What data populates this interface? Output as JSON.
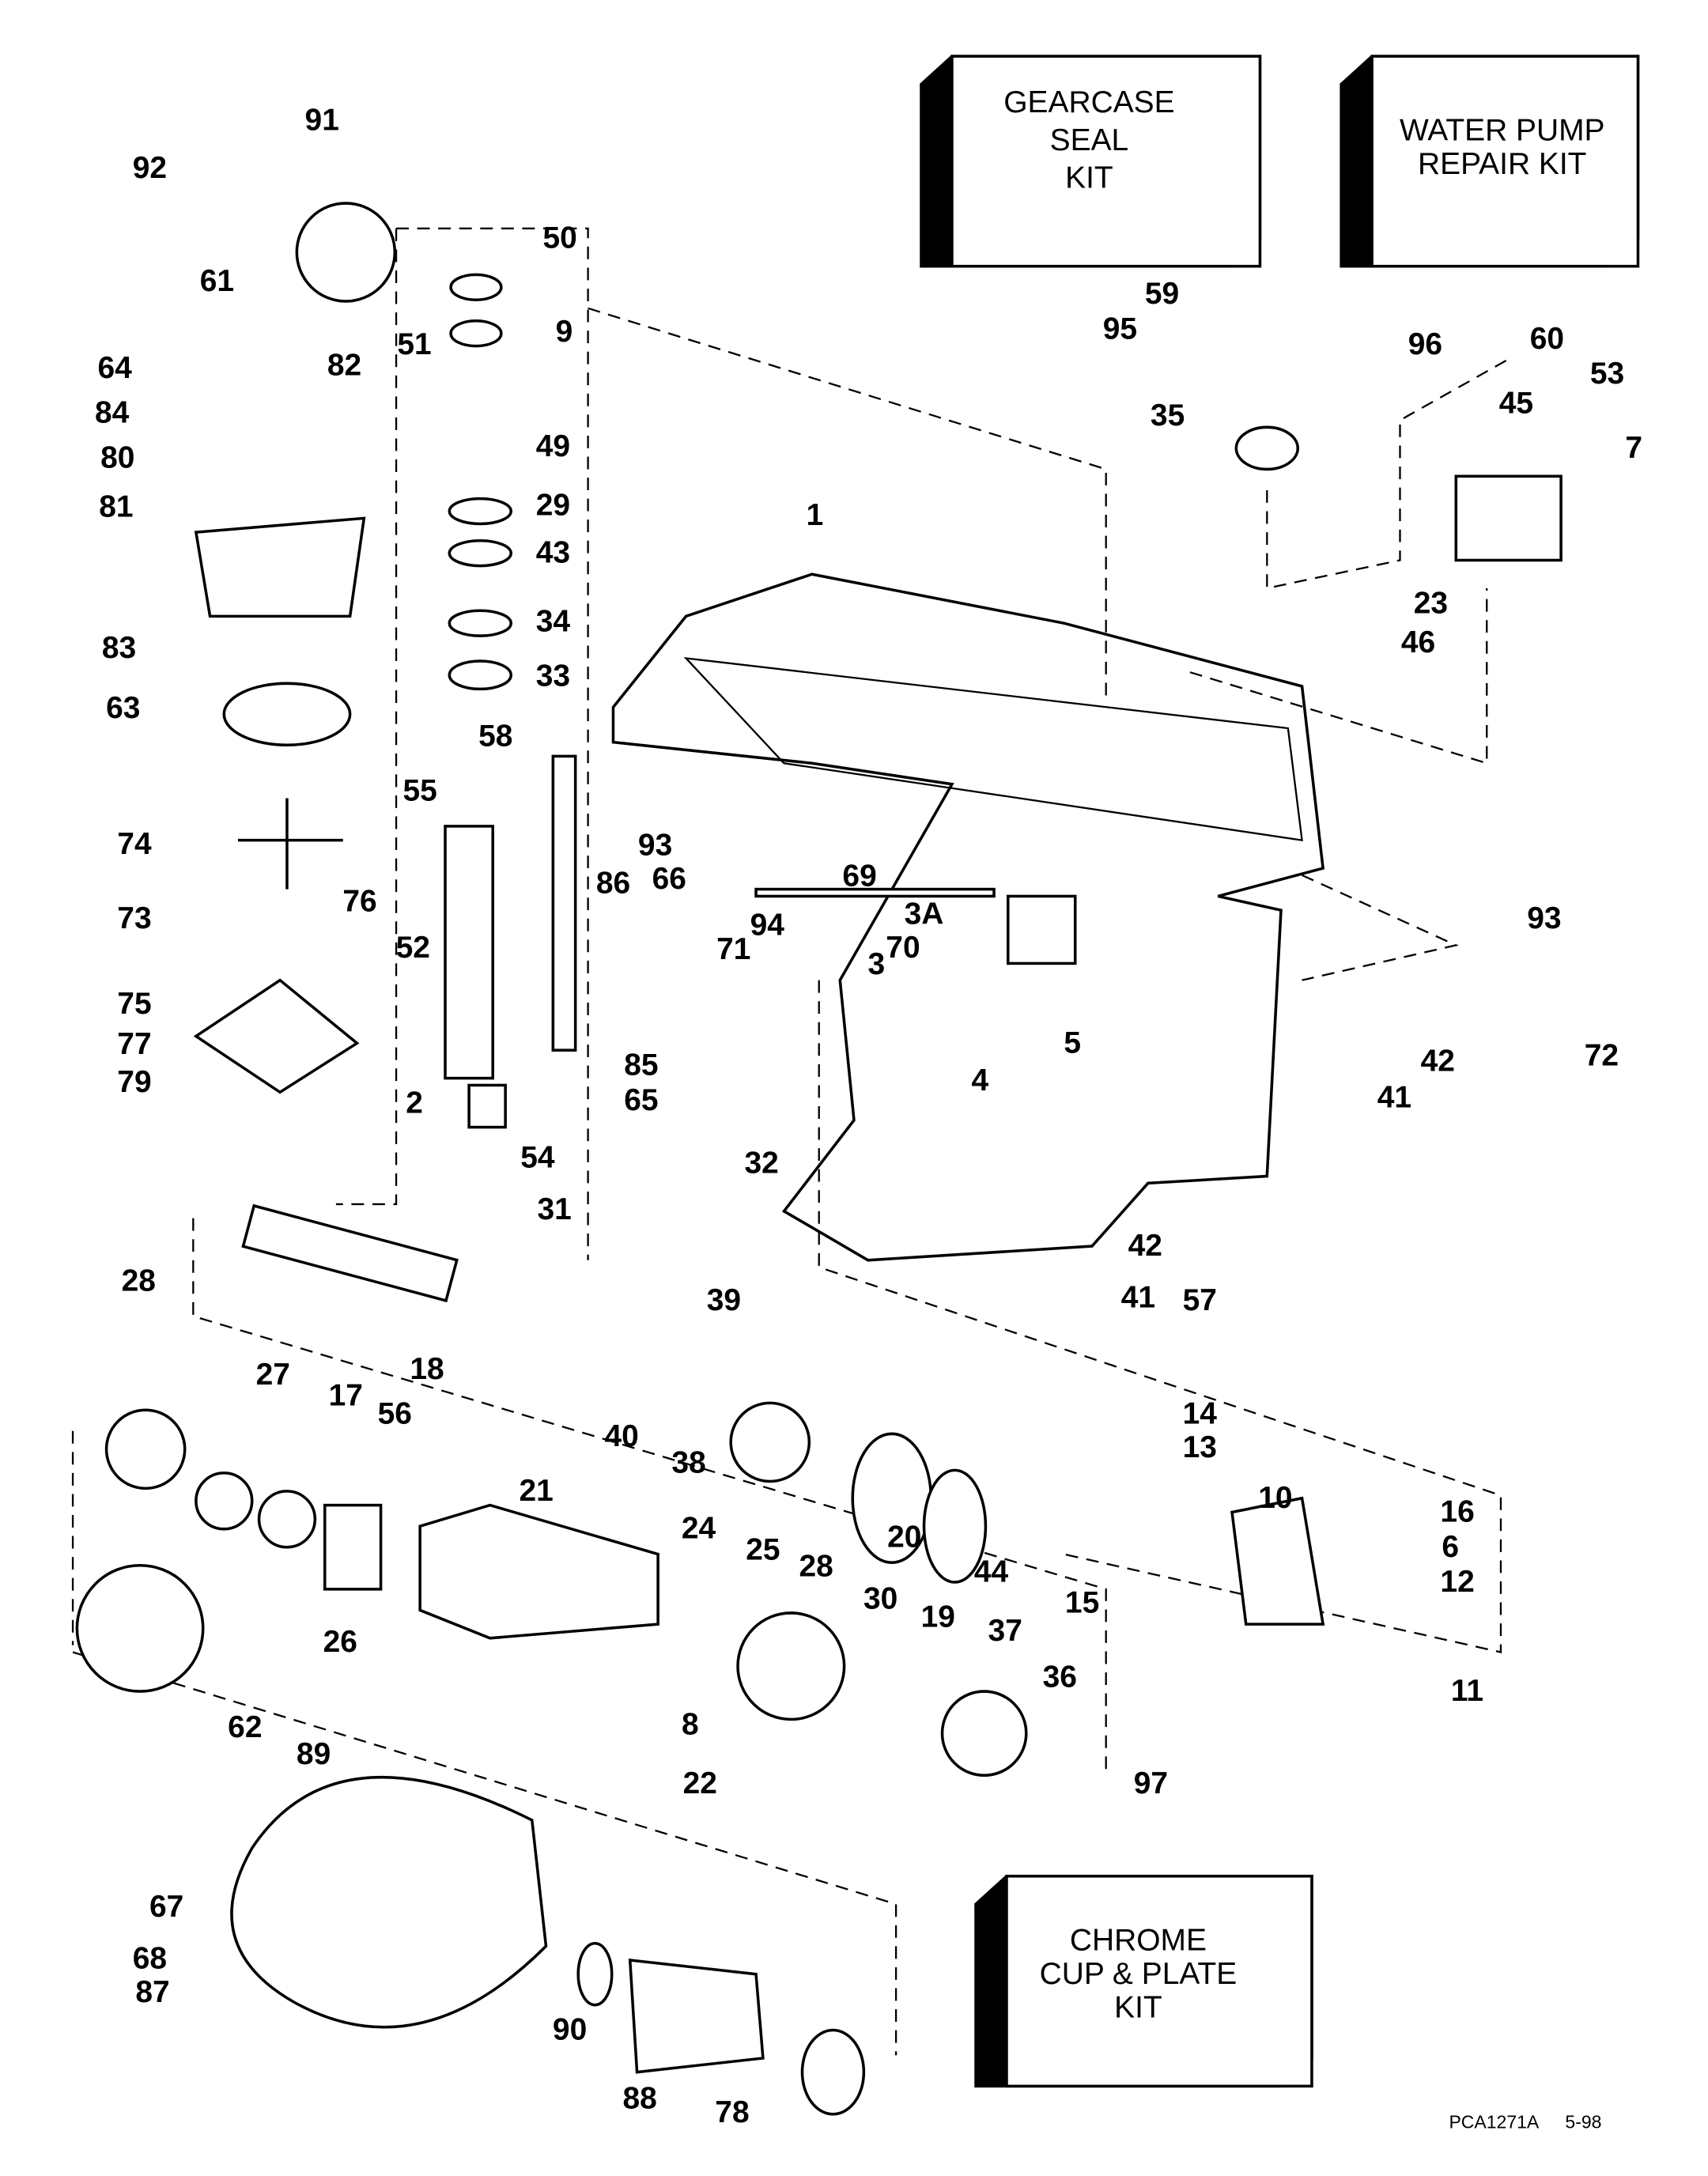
{
  "kits": {
    "gearcase_seal": [
      "GEARCASE",
      "SEAL",
      "KIT"
    ],
    "water_pump": [
      "WATER PUMP",
      "REPAIR KIT"
    ],
    "chrome_cup": [
      "CHROME",
      "CUP & PLATE",
      "KIT"
    ]
  },
  "callouts": [
    "91",
    "92",
    "50",
    "61",
    "9",
    "51",
    "82",
    "64",
    "84",
    "49",
    "80",
    "29",
    "81",
    "43",
    "34",
    "33",
    "83",
    "63",
    "58",
    "55",
    "74",
    "76",
    "73",
    "52",
    "75",
    "77",
    "79",
    "2",
    "54",
    "31",
    "32",
    "95",
    "59",
    "96",
    "35",
    "60",
    "53",
    "45",
    "7",
    "1",
    "23",
    "46",
    "93",
    "86",
    "66",
    "69",
    "94",
    "70",
    "3A",
    "71",
    "3",
    "5",
    "4",
    "85",
    "65",
    "93",
    "42",
    "41",
    "72",
    "42",
    "41",
    "57",
    "39",
    "28",
    "27",
    "18",
    "17",
    "56",
    "40",
    "38",
    "14",
    "13",
    "21",
    "10",
    "16",
    "6",
    "12",
    "20",
    "44",
    "15",
    "24",
    "25",
    "28",
    "30",
    "19",
    "37",
    "36",
    "26",
    "11",
    "8",
    "22",
    "97",
    "62",
    "89",
    "67",
    "68",
    "87",
    "90",
    "88",
    "78"
  ],
  "footer": {
    "code": "PCA1271A",
    "date": "5-98"
  }
}
